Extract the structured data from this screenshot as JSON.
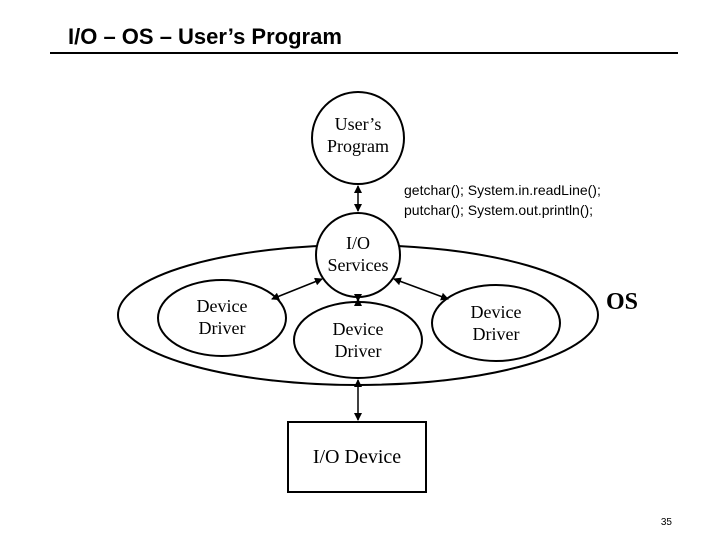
{
  "slide": {
    "title": "I/O – OS – User’s Program",
    "page_number": "35"
  },
  "diagram": {
    "users_program": {
      "line1": "User’s",
      "line2": "Program"
    },
    "calls": {
      "line1": "getchar(); System.in.readLine();",
      "line2": "putchar(); System.out.println();"
    },
    "io_services": {
      "line1": "I/O",
      "line2": "Services"
    },
    "device_driver_left": {
      "line1": "Device",
      "line2": "Driver"
    },
    "device_driver_center": {
      "line1": "Device",
      "line2": "Driver"
    },
    "device_driver_right": {
      "line1": "Device",
      "line2": "Driver"
    },
    "os_label": "OS",
    "io_device": "I/O Device"
  }
}
